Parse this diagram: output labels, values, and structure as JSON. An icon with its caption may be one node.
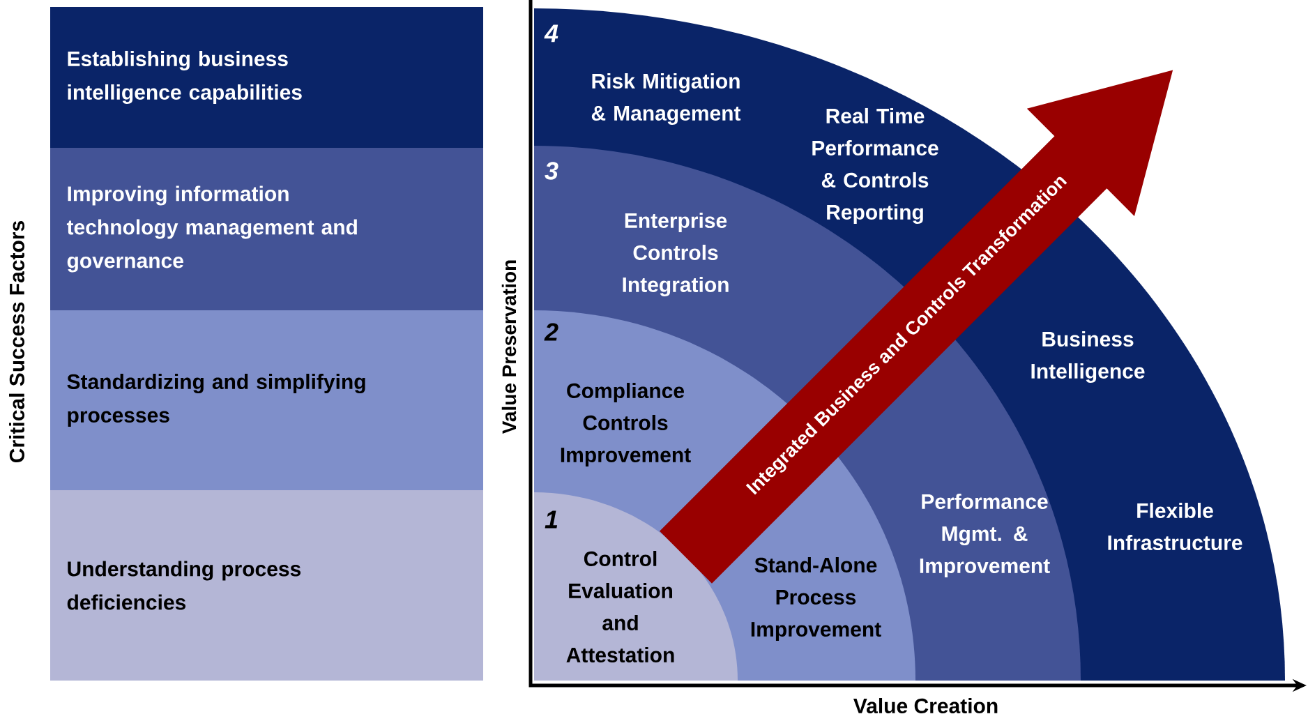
{
  "diagram": {
    "nodes": [
      {
        "text": [
          "Establishing business intelligence capabilities"
        ]
      },
      {
        "text": [
          "Improving information technology management and governance"
        ]
      },
      {
        "text": [
          "Standardizing and simplifying processes"
        ]
      },
      {
        "text": [
          "Understanding process deficiencies"
        ]
      },
      {
        "text": [
          "4",
          "Risk Mitigation & Management",
          "Real Time Performance & Controls Reporting",
          "Business Intelligence",
          "Flexible Infrastructure"
        ]
      },
      {
        "text": [
          "3",
          "Enterprise Controls Integration",
          "Performance Mgmt. & Improvement"
        ],
        "in": 4
      },
      {
        "text": [
          "2",
          "Compliance Controls Improvement",
          "Stand-Alone Process Improvement"
        ],
        "in": 5
      },
      {
        "text": [
          "1",
          "Control Evaluation and Attestation"
        ],
        "in": 6
      }
    ],
    "edges": [],
    "labels": [
      "Critical Success Factors",
      "Value Preservation",
      "Integrated Business and Controls Transformation",
      "Value Creation"
    ]
  }
}
